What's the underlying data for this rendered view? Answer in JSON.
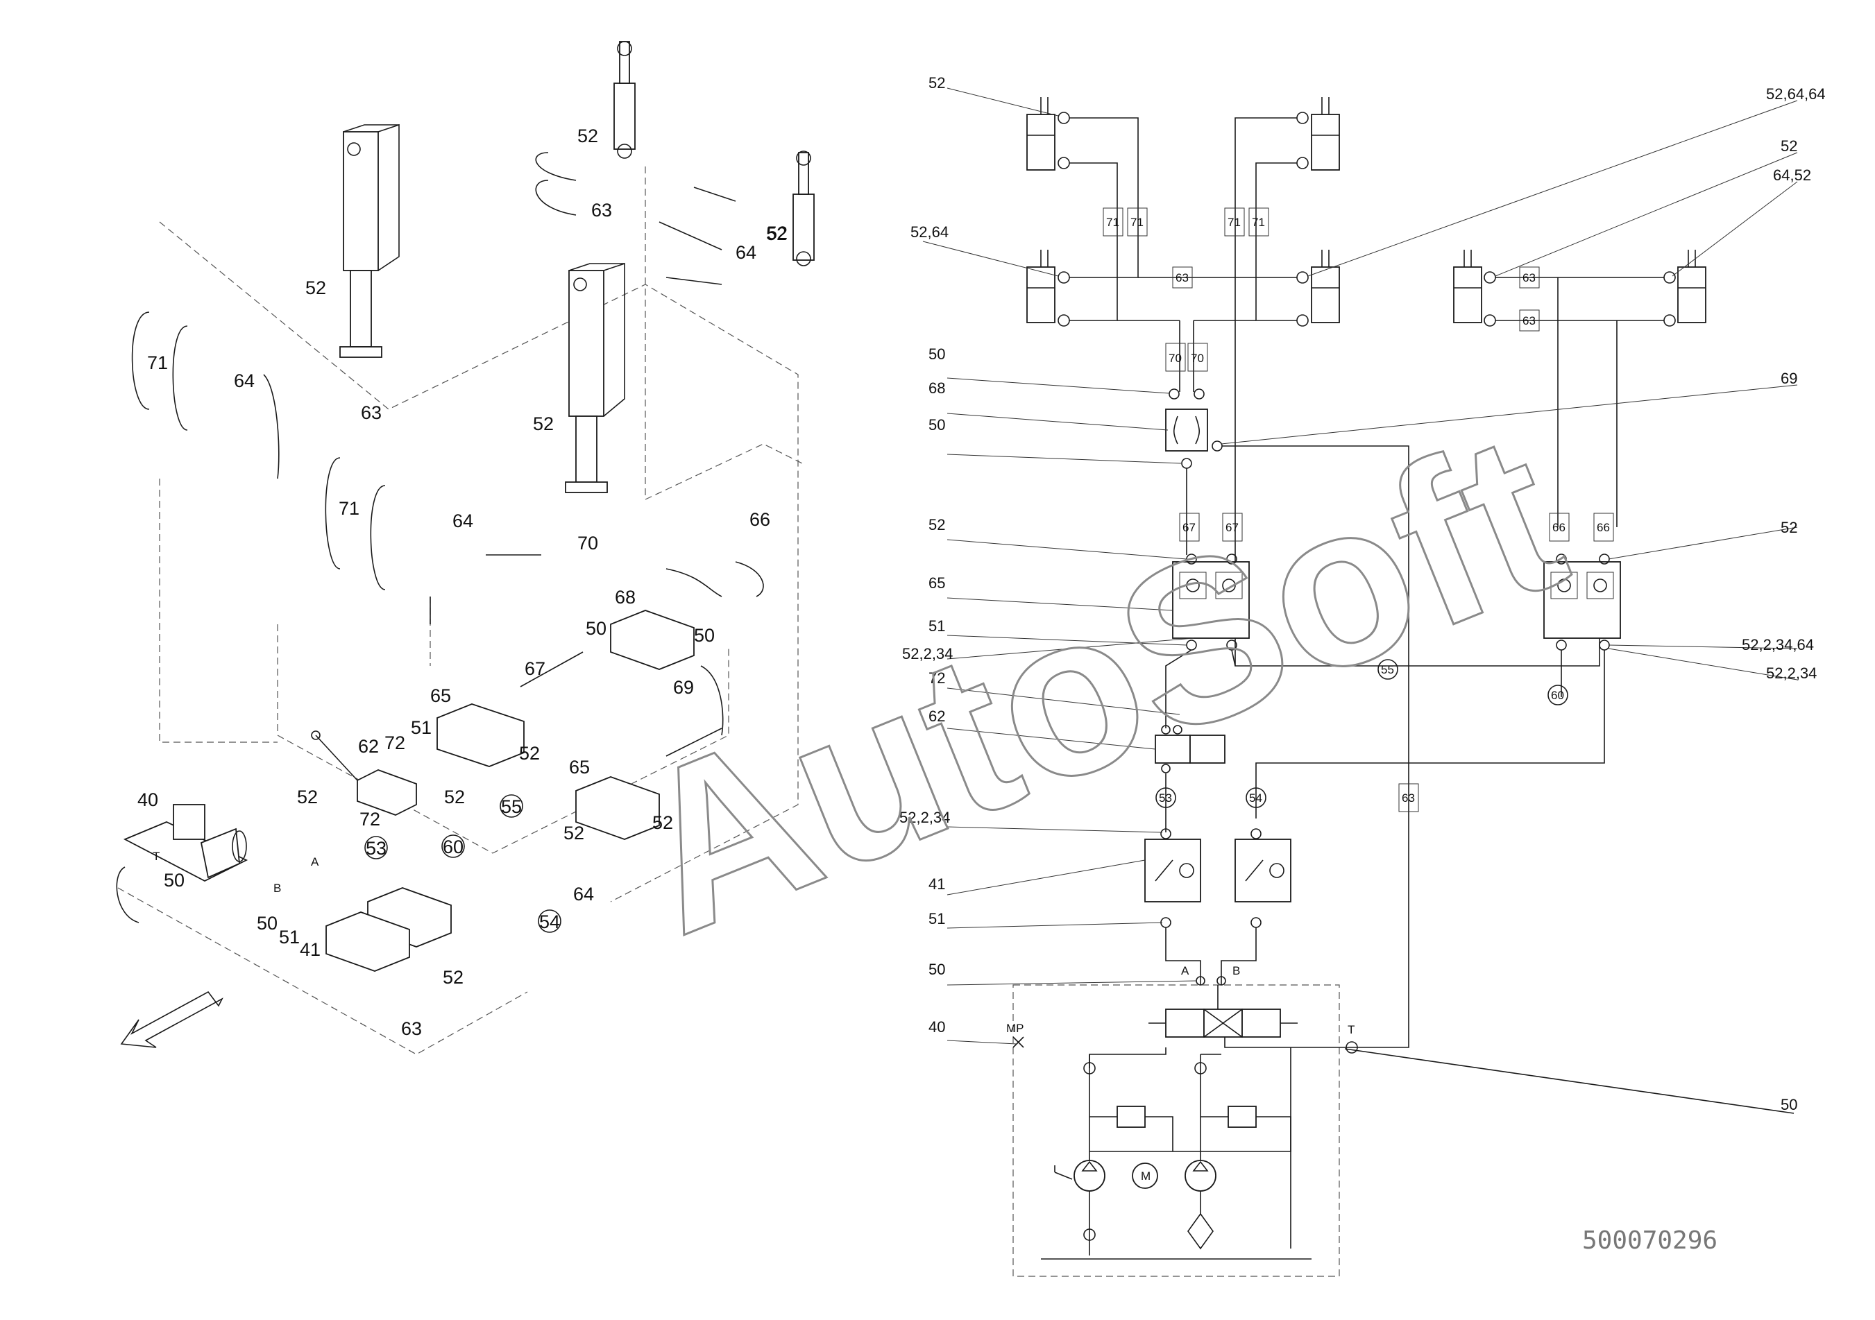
{
  "watermark": "AutoSoft",
  "document_number": "500070296",
  "parts_callouts": [
    "52",
    "71",
    "64",
    "63",
    "52",
    "71",
    "64",
    "52",
    "52",
    "63",
    "52",
    "64",
    "70",
    "66",
    "68",
    "50",
    "50",
    "67",
    "69",
    "65",
    "52",
    "51",
    "72",
    "62",
    "52",
    "72",
    "52",
    "55",
    "60",
    "65",
    "52",
    "52",
    "53",
    "40",
    "50",
    "50",
    "51",
    "41",
    "52",
    "64",
    "54",
    "63"
  ],
  "parts_small": [
    "A",
    "B",
    "T"
  ],
  "schematic_left_labels": [
    "52",
    "52,64",
    "50",
    "68",
    "50",
    "52",
    "65",
    "51",
    "52,2,34",
    "72",
    "62",
    "52,2,34",
    "41",
    "51",
    "50",
    "40"
  ],
  "schematic_right_labels": [
    "52,64,64",
    "52",
    "64,52",
    "69",
    "52",
    "52,2,34,64",
    "52,2,34",
    "50"
  ],
  "schematic_hose_tags": [
    "71",
    "71",
    "71",
    "71",
    "63",
    "63",
    "63",
    "70",
    "70",
    "67",
    "67",
    "66",
    "66",
    "63"
  ],
  "schematic_circle_tags": [
    "55",
    "60",
    "53",
    "54"
  ],
  "schematic_port_labels": [
    "A",
    "B",
    "T",
    "MP",
    "M"
  ]
}
